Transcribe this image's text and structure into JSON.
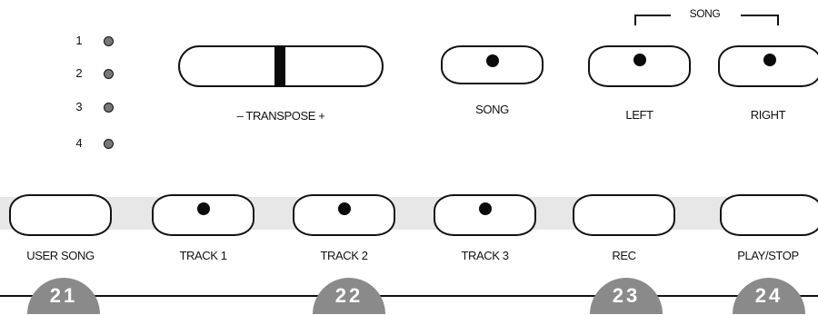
{
  "indicators": [
    {
      "number": "1"
    },
    {
      "number": "2"
    },
    {
      "number": "3"
    },
    {
      "number": "4"
    }
  ],
  "top_buttons": {
    "transpose_label": "– TRANSPOSE +",
    "song_label": "SONG",
    "left_label": "LEFT",
    "right_label": "RIGHT",
    "song_group_label": "SONG"
  },
  "bottom_buttons": [
    {
      "label": "USER SONG"
    },
    {
      "label": "TRACK 1"
    },
    {
      "label": "TRACK 2"
    },
    {
      "label": "TRACK 3"
    },
    {
      "label": "REC"
    },
    {
      "label": "PLAY/STOP"
    }
  ],
  "callouts": [
    {
      "number": "21"
    },
    {
      "number": "22"
    },
    {
      "number": "23"
    },
    {
      "number": "24"
    }
  ]
}
